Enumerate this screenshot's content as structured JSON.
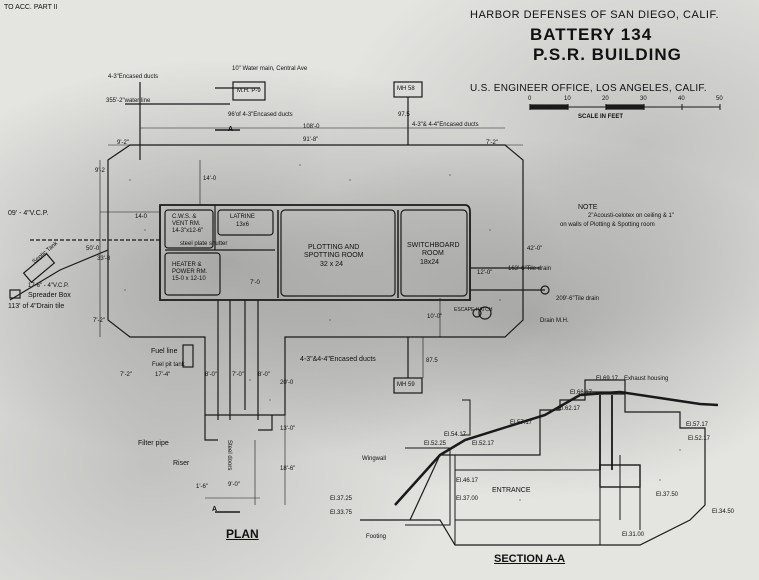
{
  "corner_note": "TO ACC. PART II",
  "header": {
    "line1": "HARBOR DEFENSES OF SAN DIEGO, CALIF.",
    "battery": "BATTERY 134",
    "building": "P.S.R. BUILDING",
    "office": "U.S. ENGINEER OFFICE, LOS ANGELES, CALIF."
  },
  "scale": {
    "ticks": [
      "0",
      "10",
      "20",
      "30",
      "40",
      "50"
    ],
    "label": "SCALE IN FEET"
  },
  "note": {
    "title": "NOTE",
    "text1": "2\"Acousti-celotex on ceiling & 1\"",
    "text2": "on walls of Plotting & Spotting room"
  },
  "plan": {
    "title": "PLAN",
    "section_marker": "A",
    "rooms": {
      "cws": "C.W.S. &",
      "cws2": "VENT RM.",
      "cws3": "14-3\"x12-6\"",
      "latrine": "LATRINE",
      "latrine_dim": "13x6",
      "heater": "HEATER &",
      "heater2": "POWER RM.",
      "heater3": "15-0 x 12-10",
      "plotting": "PLOTTING AND",
      "plotting2": "SPOTTING ROOM",
      "plotting_dim": "32 x 24",
      "switch": "SWITCHBOARD",
      "switch2": "ROOM",
      "switch_dim": "18x24",
      "steel_plate": "steel plate shutter",
      "escape": "ESCAPE HATCH"
    },
    "labels": {
      "water_main": "10\" Water main, Central Ave",
      "encased_top": "4-3\"Encased ducts",
      "water_line": "355'-2\"water line",
      "mhp9": "M.H. P-9",
      "ducts96": "96'of 4-3\"Encased ducts",
      "mh58": "MH 58",
      "encased_right": "4-3\"& 4-4\"Encased ducts",
      "vcp": "09' - 4\"V.C.P.",
      "septic": "Septic Tank",
      "vcp2": "17-6\" - 4\"V.C.P.",
      "spreader": "Spreader Box",
      "drain_tile": "113' of 4\"Drain tile",
      "tile1": "163'-6\"Tile drain",
      "tile2": "209'-6\"Tile drain",
      "drain_mh": "Drain M.H.",
      "fuel_line": "Fuel line",
      "fuel_tank": "Fuel pit tank",
      "encased_bottom": "4-3\"&4-4\"Encased ducts",
      "mh59": "MH 59",
      "filter": "Filter pipe",
      "riser": "Riser",
      "steel_doors": "Steel doors"
    },
    "dims": {
      "d108": "108'-0",
      "d91": "91'-8\"",
      "d9_2": "9'-2\"",
      "d7_2a": "7'-2\"",
      "d14_0": "14'-0",
      "d14_0b": "14-0",
      "d9_2b": "9'-2",
      "d50": "50'-0",
      "d33": "33'-8",
      "d42": "42'-0\"",
      "d12_0": "12'-0\"",
      "d10_0": "10'-0\"",
      "d7_2b": "7'-2\"",
      "d17_4": "17'-4\"",
      "d7_2c": "7'-2\"",
      "d8_0": "8'-0\"",
      "d7_0": "7'-0\"",
      "d8_0b": "8'-0\"",
      "d20": "20'-0",
      "d13": "13'-0\"",
      "d18_6": "18'-6\"",
      "d1_6": "1'-6\"",
      "d9_0": "9'-0\"",
      "d7_0b": "7'-0",
      "d97": "97.5",
      "d87": "87.5"
    }
  },
  "section": {
    "title": "SECTION A-A",
    "labels": {
      "exhaust": "Exhaust housing",
      "el6917": "El.69.17",
      "el6617": "El.66.17",
      "el6217": "El.62.17",
      "el5717": "El.57.17",
      "el5717b": "El.57.17",
      "el5417": "El.54.17",
      "el5225": "El.52.25",
      "el5217": "El.52.17",
      "el5217b": "El.52.17",
      "wingwall": "Wingwall",
      "el4617": "El.46.17",
      "entrance": "ENTRANCE",
      "el3700": "El.37.00",
      "el3725": "El.37.25",
      "el3375": "El.33.75",
      "el3750": "El.37.50",
      "el3450": "El.34.50",
      "el3100": "El.31.00",
      "footing": "Footing"
    }
  }
}
